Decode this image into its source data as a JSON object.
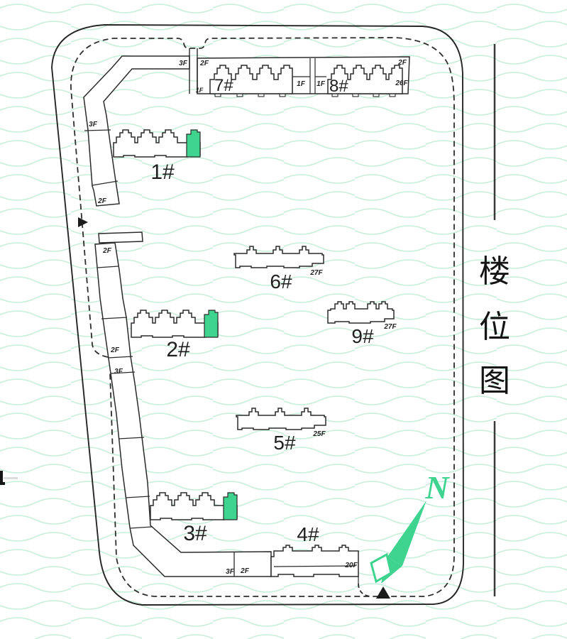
{
  "title": {
    "text": "楼位图",
    "chars": [
      "楼",
      "位",
      "图"
    ]
  },
  "compass": {
    "north": "N"
  },
  "buildings": [
    {
      "label": "1#"
    },
    {
      "label": "2#"
    },
    {
      "label": "3#"
    },
    {
      "label": "4#",
      "floor": "20F"
    },
    {
      "label": "5#",
      "floor": "25F"
    },
    {
      "label": "6#",
      "floor": "27F"
    },
    {
      "label": "7#"
    },
    {
      "label": "8#",
      "floor": "26F"
    },
    {
      "label": "9#",
      "floor": "27F"
    }
  ],
  "floor_labels": [
    {
      "text": "3F"
    },
    {
      "text": "2F"
    },
    {
      "text": "1F"
    },
    {
      "text": "1F"
    },
    {
      "text": "1F"
    },
    {
      "text": "2F"
    },
    {
      "text": "26F"
    },
    {
      "text": "3F"
    },
    {
      "text": "2F"
    },
    {
      "text": "2F"
    },
    {
      "text": "2F"
    },
    {
      "text": "3F"
    },
    {
      "text": "27F"
    },
    {
      "text": "27F"
    },
    {
      "text": "25F"
    },
    {
      "text": "20F"
    },
    {
      "text": "3F"
    },
    {
      "text": "2F"
    }
  ],
  "colors": {
    "highlight_green": "#3ed48f",
    "wave": "#c9eedb",
    "line": "#2b2b2b",
    "marker_black": "#1a1a1a"
  }
}
